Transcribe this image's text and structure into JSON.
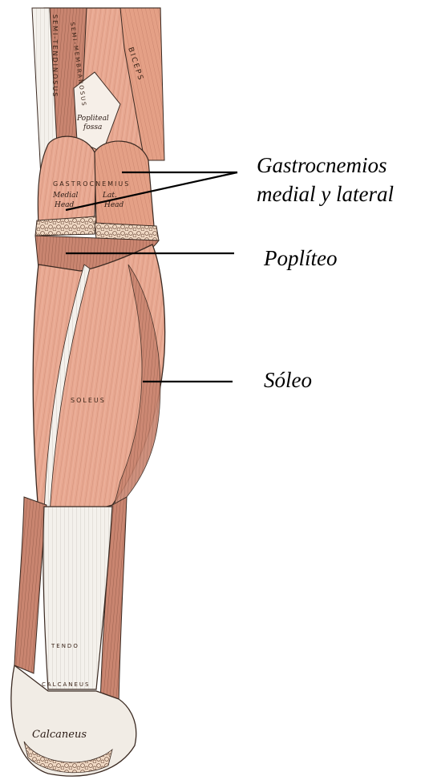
{
  "labels": {
    "gastrocnemios_line1": "Gastrocnemios",
    "gastrocnemios_line2": "medial y lateral",
    "popliteo": "Poplíteo",
    "soleo": "Sóleo"
  },
  "illustration_labels": {
    "semitendinosus": "SEMI-TENDINOSUS",
    "semimembranosus": "SEMI-MEMBRANOSUS",
    "biceps": "BICEPS",
    "popliteal_fossa_1": "Popliteal",
    "popliteal_fossa_2": "fossa",
    "gastrocnemius": "GASTROCNEMIUS",
    "medial_head_1": "Medial",
    "medial_head_2": "Head",
    "lateral_head_1": "Lat.",
    "lateral_head_2": "Head",
    "soleus": "SOLEUS",
    "tendo": "TENDO",
    "calcaneus_tendon": "CALCANEUS",
    "calcaneus": "Calcaneus"
  },
  "colors": {
    "muscle": "#e8a891",
    "muscle_dark": "#c98570",
    "tendon": "#f4f1ec",
    "outline": "#3b2a22",
    "leader_line": "#000000"
  }
}
